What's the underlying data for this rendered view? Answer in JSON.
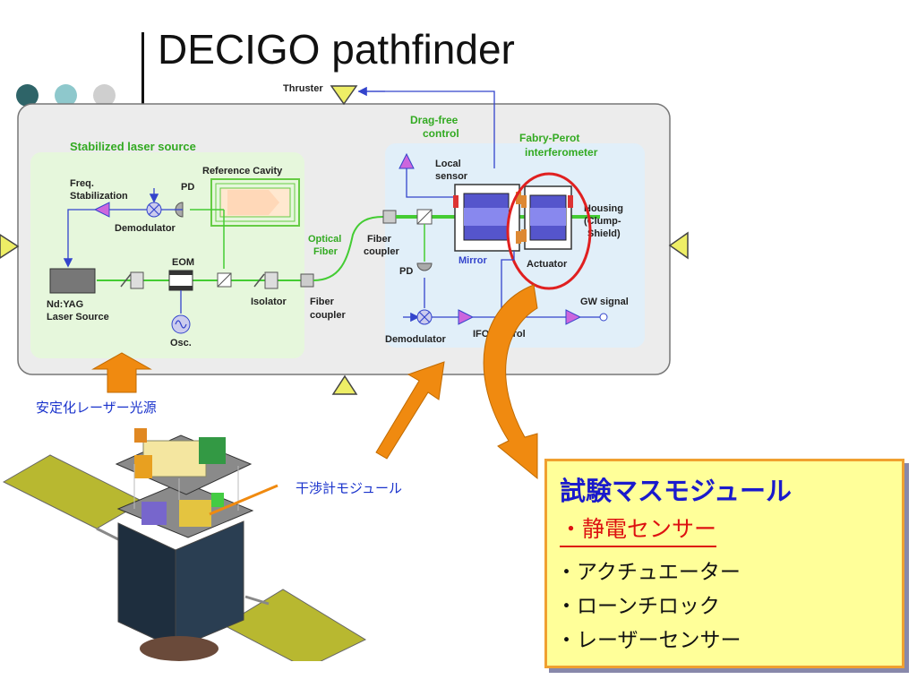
{
  "slide": {
    "title": "DECIGO pathfinder",
    "dot_colors": [
      "#2e6468",
      "#8ec8cc",
      "#cfcfcf"
    ]
  },
  "diagram": {
    "labels": {
      "thruster": "Thruster",
      "drag_free": [
        "Drag-free",
        "control"
      ],
      "fabry_perot": [
        "Fabry-Perot",
        "interferometer"
      ],
      "stabilized_laser_source": "Stabilized laser source",
      "reference_cavity": "Reference Cavity",
      "freq_stabilization": [
        "Freq.",
        "Stabilization"
      ],
      "pd_top": "PD",
      "demodulator_left": "Demodulator",
      "eom": "EOM",
      "nd_yag": [
        "Nd:YAG",
        "Laser Source"
      ],
      "isolator": "Isolator",
      "osc": "Osc.",
      "optical_fiber": [
        "Optical",
        "Fiber"
      ],
      "fiber_coupler_left": [
        "Fiber",
        "coupler"
      ],
      "fiber_coupler_right": [
        "Fiber",
        "coupler"
      ],
      "local_sensor": [
        "Local",
        "sensor"
      ],
      "mirror": "Mirror",
      "actuator": "Actuator",
      "housing": [
        "Housing",
        "(Clump-",
        "Shield)"
      ],
      "pd_bottom": "PD",
      "demodulator_right": "Demodulator",
      "ifo_control": "IFO control",
      "gw_signal": "GW signal"
    },
    "colors": {
      "frame": "#ececec",
      "green_panel": "#e6f7dc",
      "blue_panel": "#e1eff9",
      "green_label": "#33aa22",
      "laser_line": "#44cc33",
      "signal_line": "#3344cc",
      "marker_fill": "#cc66dd",
      "thruster_fill": "#eeee66",
      "callout_orange": "#f08a10",
      "circle_red": "#e02020"
    }
  },
  "annotations": {
    "laser_source_jp": "安定化レーザー光源",
    "interferometer_jp": "干渉計モジュール"
  },
  "test_mass_panel": {
    "heading": "試験マスモジュール",
    "highlight": "・静電センサー",
    "items": [
      "・アクチュエーター",
      "・ローンチロック",
      "・レーザーセンサー"
    ]
  }
}
